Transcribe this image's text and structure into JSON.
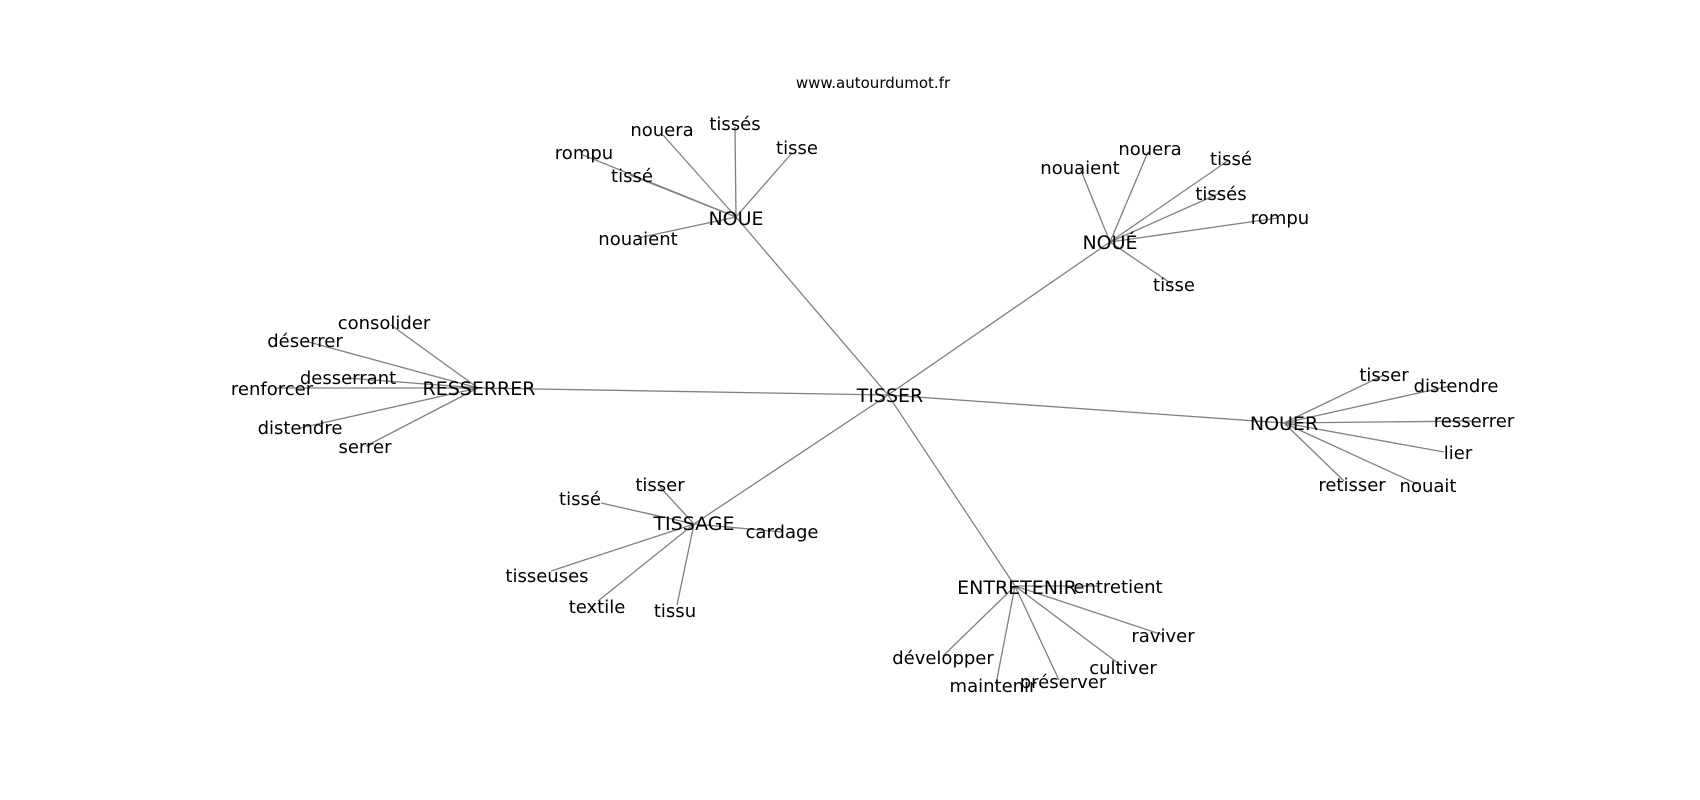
{
  "site": "www.autourdumot.fr",
  "center": "TISSER",
  "hubs": [
    {
      "label": "NOUE",
      "leaves": [
        "nouera",
        "tissés",
        "tisse",
        "rompu",
        "tissé",
        "nouaient"
      ]
    },
    {
      "label": "NOUÉ",
      "leaves": [
        "nouera",
        "tissé",
        "nouaient",
        "tissés",
        "rompu",
        "tisse"
      ]
    },
    {
      "label": "RESSERRER",
      "leaves": [
        "consolider",
        "déserrer",
        "desserrant",
        "renforcer",
        "distendre",
        "serrer"
      ]
    },
    {
      "label": "NOUER",
      "leaves": [
        "tisser",
        "distendre",
        "resserrer",
        "lier",
        "retisser",
        "nouait"
      ]
    },
    {
      "label": "TISSAGE",
      "leaves": [
        "tisser",
        "tissé",
        "cardage",
        "tisseuses",
        "textile",
        "tissu"
      ]
    },
    {
      "label": "ENTRETENIR",
      "leaves": [
        "entretient",
        "raviver",
        "cultiver",
        "développer",
        "préserver",
        "maintenir"
      ]
    }
  ]
}
